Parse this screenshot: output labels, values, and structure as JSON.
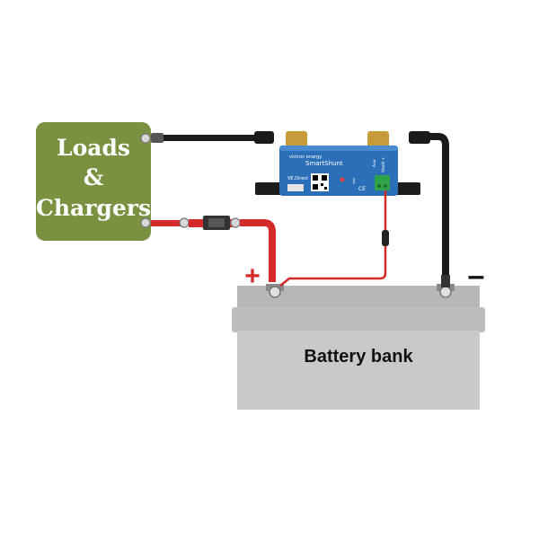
{
  "loads_box": {
    "line1": "Loads",
    "line2": "&",
    "line3": "Chargers"
  },
  "shunt": {
    "brand": "victron energy",
    "model": "SmartShunt",
    "port_label": "VE.Direct",
    "aux_label": "Vbatt +",
    "aux_label2": "Aux"
  },
  "battery": {
    "label": "Battery bank"
  },
  "polarity": {
    "positive": "+",
    "negative": "–"
  },
  "colors": {
    "loads_box": "#7a9141",
    "positive_cable": "#d42a2a",
    "negative_cable": "#1a1a1a",
    "shunt_body": "#2b6fb8",
    "battery_body": "#c9c9c9",
    "battery_lid": "#b5b5b5"
  }
}
